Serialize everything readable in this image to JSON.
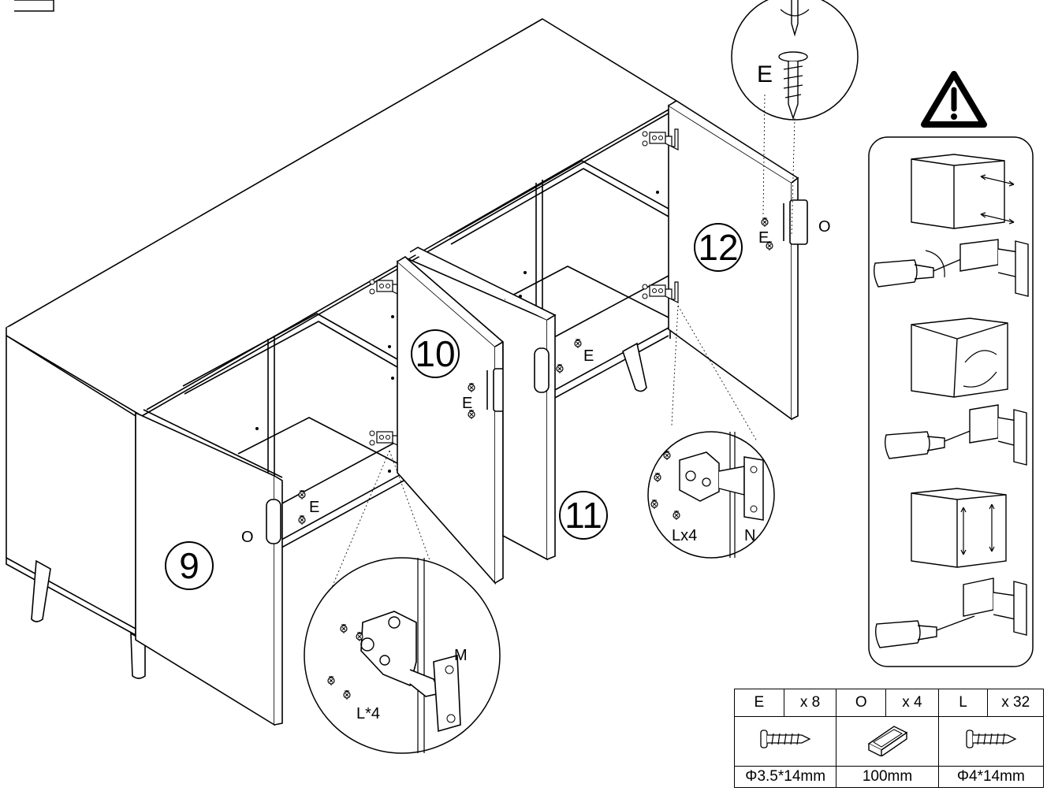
{
  "step_labels": {
    "door_9": "9",
    "door_10": "10",
    "door_11": "11",
    "door_12": "12"
  },
  "callouts": {
    "e_door_9": "E",
    "o_door_9": "O",
    "e_door_10": "E",
    "e_door_11": "E",
    "e_door_12": "E",
    "o_door_12": "O",
    "e_zoom": "E",
    "hinge_zoom_left_screws": "L*4",
    "hinge_zoom_left_plate": "M",
    "hinge_zoom_right_screws": "Lx4",
    "hinge_zoom_right_plate": "N"
  },
  "parts": [
    {
      "code": "E",
      "qty": "x 8",
      "size": "Φ3.5*14mm",
      "icon": "screw-icon"
    },
    {
      "code": "O",
      "qty": "x 4",
      "size": "100mm",
      "icon": "handle-icon"
    },
    {
      "code": "L",
      "qty": "x 32",
      "size": "Φ4*14mm",
      "icon": "screw-icon"
    }
  ],
  "warning_icon": "warning-triangle-icon",
  "adjust_panel_icons": [
    "door-side-adjust-icon",
    "door-depth-adjust-icon",
    "door-height-adjust-icon",
    "screwdriver-icon"
  ]
}
